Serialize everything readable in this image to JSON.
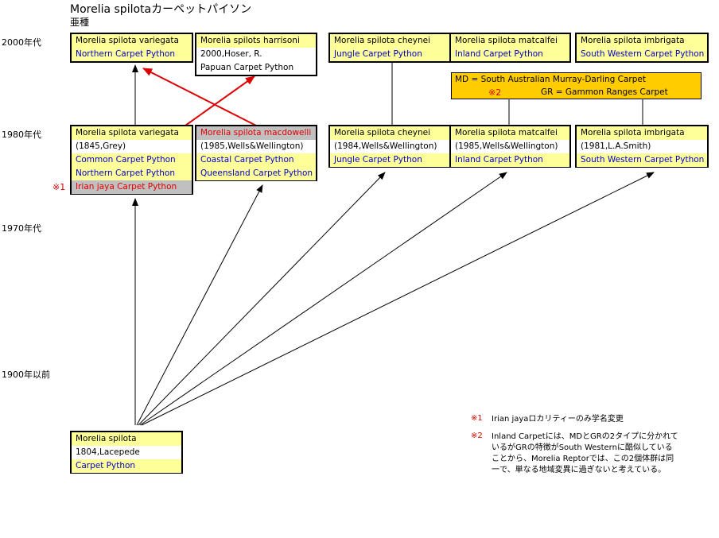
{
  "header": {
    "title": "Morelia spilotaカーペットパイソン",
    "subtitle": "亜種"
  },
  "eras": [
    "2000年代",
    "1980年代",
    "1970年代",
    "1900年以前"
  ],
  "boxes_2000": [
    {
      "rows": [
        "Morelia spilota variegata",
        "Northern Carpet Python"
      ]
    },
    {
      "rows": [
        "Morelia spilots harrisoni",
        "2000,Hoser, R.",
        "Papuan Carpet Python"
      ]
    },
    {
      "rows": [
        "Morelia spilota cheynei",
        "Jungle Carpet Python"
      ]
    },
    {
      "rows": [
        "Morelia spilota matcalfei",
        "Inland Carpet Python"
      ]
    },
    {
      "rows": [
        "Morelia spilota imbrigata",
        "South Western Carpet Python"
      ]
    }
  ],
  "boxes_1980": [
    {
      "rows": [
        "Morelia spilota variegata",
        "(1845,Grey)",
        "Common Carpet Python",
        "Northern Carpet Python",
        "Irian jaya Carpet Python"
      ]
    },
    {
      "rows": [
        "Morelia spilota macdowelli",
        "(1985,Wells&Wellington)",
        "Coastal Carpet Python",
        "Queensland Carpet Python"
      ]
    },
    {
      "rows": [
        "Morelia spilota cheynei",
        "(1984,Wells&Wellington)",
        "Jungle Carpet Python"
      ]
    },
    {
      "rows": [
        "Morelia spilota matcalfei",
        "(1985,Wells&Wellington)",
        "Inland Carpet Python"
      ]
    },
    {
      "rows": [
        "Morelia spilota imbrigata",
        "(1981,L.A.Smith)",
        "South Western Carpet Python"
      ]
    }
  ],
  "root": {
    "rows": [
      "Morelia spilota",
      "1804,Lacepede",
      "Carpet Python"
    ]
  },
  "md_note": {
    "line1": "MD = South Australian Murray-Darling Carpet",
    "mark": "※2",
    "line2": "GR = Gammon Ranges Carpet"
  },
  "side_mark": "※1",
  "footnotes": {
    "n1_mark": "※1",
    "n1_text": "Irian jayaロカリティーのみ学名変更",
    "n2_mark": "※2",
    "n2_lines": [
      "Inland Carpetには、MDとGRの2タイプに分かれて",
      "いるがGRの特徴がSouth Westernに酷似している",
      "ことから、Morelia Reptorでは、この2個体群は同",
      "一で、単なる地域変異に過ぎないと考えている。"
    ]
  },
  "colors": {
    "box_yellow": "#ffff99",
    "note_orange": "#ffcc00",
    "link_blue": "#0000cc",
    "accent_red": "#dd0000",
    "gray": "#c0c0c0"
  }
}
